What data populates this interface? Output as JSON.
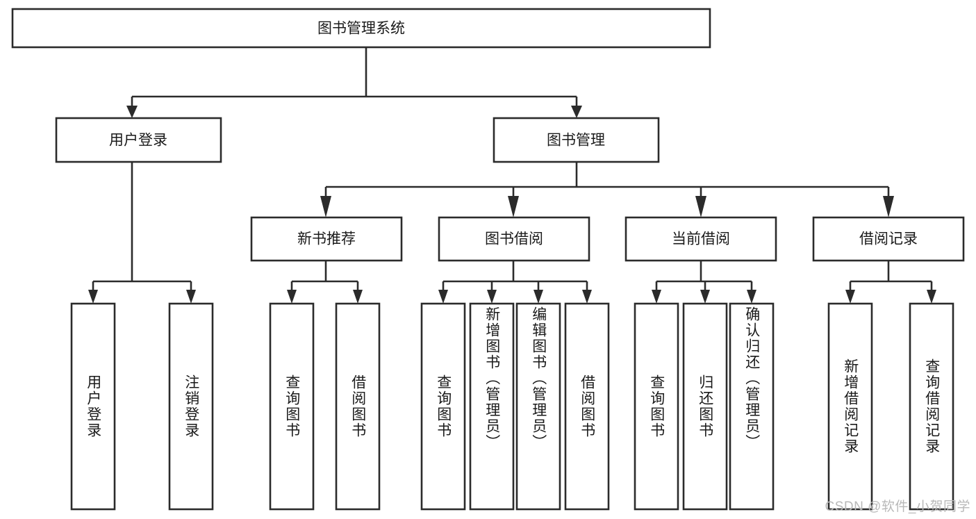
{
  "diagram": {
    "title": "图书管理系统",
    "type": "tree-hierarchy-diagram",
    "root": {
      "id": "root",
      "label": "图书管理系统",
      "orientation": "horizontal"
    },
    "level2": [
      {
        "id": "user-login",
        "label": "用户登录",
        "orientation": "horizontal"
      },
      {
        "id": "book-management",
        "label": "图书管理",
        "orientation": "horizontal"
      }
    ],
    "level3": [
      {
        "id": "new-book-recommend",
        "label": "新书推荐",
        "parent": "book-management",
        "orientation": "horizontal"
      },
      {
        "id": "book-borrow",
        "label": "图书借阅",
        "parent": "book-management",
        "orientation": "horizontal"
      },
      {
        "id": "current-borrow",
        "label": "当前借阅",
        "parent": "book-management",
        "orientation": "horizontal"
      },
      {
        "id": "borrow-record",
        "label": "借阅记录",
        "parent": "book-management",
        "orientation": "horizontal"
      }
    ],
    "leaves": [
      {
        "id": "leaf-user-login",
        "label": "用户登录",
        "parent": "user-login",
        "orientation": "vertical",
        "align": "center"
      },
      {
        "id": "leaf-logout",
        "label": "注销登录",
        "parent": "user-login",
        "orientation": "vertical",
        "align": "center"
      },
      {
        "id": "leaf-query-book-1",
        "label": "查询图书",
        "parent": "new-book-recommend",
        "orientation": "vertical",
        "align": "center"
      },
      {
        "id": "leaf-borrow-book-1",
        "label": "借阅图书",
        "parent": "new-book-recommend",
        "orientation": "vertical",
        "align": "center"
      },
      {
        "id": "leaf-query-book-2",
        "label": "查询图书",
        "parent": "book-borrow",
        "orientation": "vertical",
        "align": "center"
      },
      {
        "id": "leaf-add-book",
        "label": "新增图书（管理员）",
        "parent": "book-borrow",
        "orientation": "vertical",
        "align": "top"
      },
      {
        "id": "leaf-edit-book",
        "label": "编辑图书（管理员）",
        "parent": "book-borrow",
        "orientation": "vertical",
        "align": "top"
      },
      {
        "id": "leaf-borrow-book-2",
        "label": "借阅图书",
        "parent": "book-borrow",
        "orientation": "vertical",
        "align": "center"
      },
      {
        "id": "leaf-query-book-3",
        "label": "查询图书",
        "parent": "current-borrow",
        "orientation": "vertical",
        "align": "center"
      },
      {
        "id": "leaf-return-book",
        "label": "归还图书",
        "parent": "current-borrow",
        "orientation": "vertical",
        "align": "center"
      },
      {
        "id": "leaf-confirm-return",
        "label": "确认归还（管理员）",
        "parent": "current-borrow",
        "orientation": "vertical",
        "align": "top"
      },
      {
        "id": "leaf-add-record",
        "label": "新增借阅记录",
        "parent": "borrow-record",
        "orientation": "vertical",
        "align": "center"
      },
      {
        "id": "leaf-query-record",
        "label": "查询借阅记录",
        "parent": "borrow-record",
        "orientation": "vertical",
        "align": "center"
      }
    ],
    "colors": {
      "stroke": "#2b2b2b",
      "fill": "#ffffff",
      "text": "#1a1a1a",
      "background": "#ffffff",
      "watermark": "#b9b9b9"
    }
  },
  "watermark": {
    "text": "CSDN @软件_小贺同学"
  }
}
